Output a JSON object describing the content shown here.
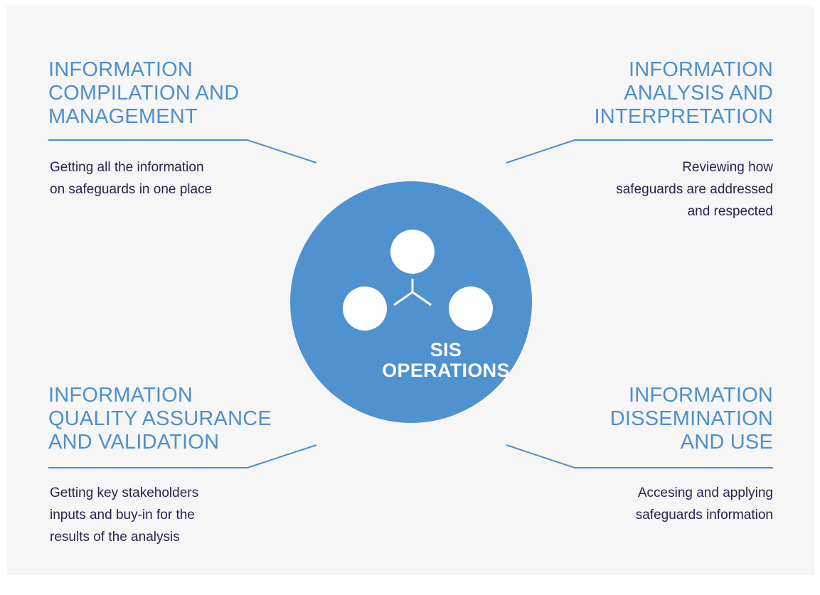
{
  "center": {
    "line1": "SIS",
    "line2": "OPERATIONS",
    "icon": "three-connected-nodes-icon"
  },
  "sections": {
    "top_left": {
      "title": "INFORMATION\nCOMPILATION AND\nMANAGEMENT",
      "description": "Getting all the information\non safeguards in one place"
    },
    "top_right": {
      "title": "INFORMATION\nANALYSIS AND\nINTERPRETATION",
      "description": "Reviewing how\nsafeguards are addressed\nand respected"
    },
    "bottom_left": {
      "title": "INFORMATION\nQUALITY ASSURANCE\nAND VALIDATION",
      "description": "Getting key stakeholders\ninputs and buy-in for the\nresults of the analysis"
    },
    "bottom_right": {
      "title": "INFORMATION\nDISSEMINATION\nAND USE",
      "description": "Accesing and applying\nsafeguards information"
    }
  },
  "colors": {
    "accent": "#4d90cd",
    "text_dark": "#2a2350",
    "background": "#f6f6f6",
    "white": "#ffffff"
  }
}
